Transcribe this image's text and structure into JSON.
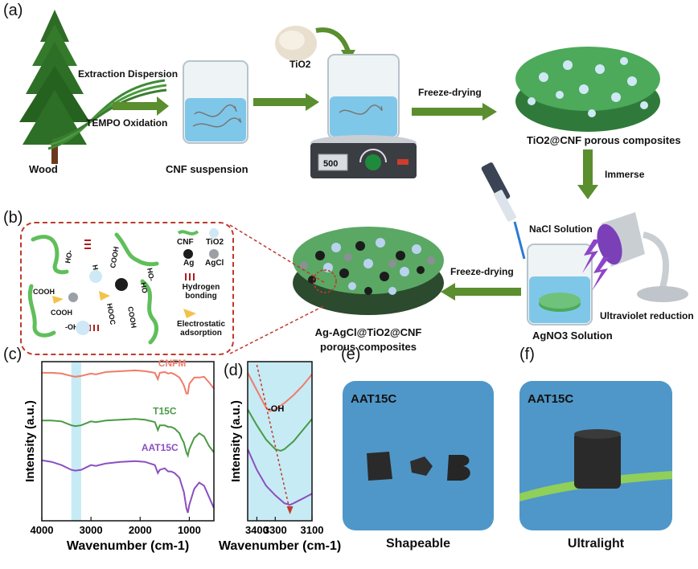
{
  "panel_labels": {
    "a": "(a)",
    "b": "(b)",
    "c": "(c)",
    "d": "(d)",
    "e": "(e)",
    "f": "(f)"
  },
  "panel_a": {
    "wood": "Wood",
    "extraction": "Extraction Dispersion",
    "tempo": "TEMPO Oxidation",
    "cnf_suspension": "CNF suspension",
    "tio2": "TiO2",
    "stirrer_display": "500",
    "freeze_drying": "Freeze-drying",
    "tio2_cnf": "TiO2@CNF porous composites",
    "immerse": "Immerse"
  },
  "panel_b": {
    "nacl": "NaCl Solution",
    "agno3": "AgNO3 Solution",
    "uv": "Ultraviolet reduction",
    "freeze_drying": "Freeze-drying",
    "product_line1": "Ag-AgCl@TiO2@CNF",
    "product_line2": "porous composites",
    "legend": {
      "cnf": "CNF",
      "tio2": "TiO2",
      "ag": "Ag",
      "agcl": "AgCl",
      "hbond": "Hydrogen bonding",
      "electro": "Electrostatic adsorption"
    },
    "groups": [
      "HO-",
      "HO-",
      "COOH",
      "HO-",
      "COOH",
      "COOH",
      "HO",
      "HOOC",
      "-OH",
      "COOH"
    ]
  },
  "chart_data": [
    {
      "type": "line",
      "panel": "c",
      "xlabel": "Wavenumber (cm-1)",
      "ylabel": "Intensity (a.u.)",
      "xlim": [
        4000,
        500
      ],
      "xticks": [
        4000,
        3000,
        2000,
        1000
      ],
      "highlight_band": [
        3400,
        3200
      ],
      "series": [
        {
          "name": "CNFM",
          "color": "#f07b6a",
          "x": [
            4000,
            3800,
            3600,
            3400,
            3320,
            3200,
            3000,
            2900,
            2700,
            2400,
            2100,
            1900,
            1700,
            1640,
            1600,
            1500,
            1430,
            1370,
            1300,
            1200,
            1160,
            1110,
            1060,
            1030,
            1000,
            900,
            800,
            700,
            600,
            500
          ],
          "y": [
            0.93,
            0.93,
            0.925,
            0.91,
            0.905,
            0.91,
            0.925,
            0.92,
            0.935,
            0.94,
            0.945,
            0.94,
            0.93,
            0.89,
            0.93,
            0.935,
            0.925,
            0.93,
            0.92,
            0.9,
            0.88,
            0.85,
            0.8,
            0.8,
            0.86,
            0.9,
            0.9,
            0.905,
            0.87,
            0.83
          ]
        },
        {
          "name": "T15C",
          "color": "#4a9a44",
          "x": [
            4000,
            3800,
            3600,
            3400,
            3320,
            3200,
            3000,
            2900,
            2700,
            2400,
            2100,
            1900,
            1700,
            1640,
            1600,
            1500,
            1430,
            1370,
            1300,
            1200,
            1160,
            1110,
            1060,
            1030,
            1000,
            900,
            800,
            700,
            600,
            500
          ],
          "y": [
            0.63,
            0.63,
            0.625,
            0.6,
            0.595,
            0.6,
            0.625,
            0.62,
            0.63,
            0.635,
            0.64,
            0.635,
            0.62,
            0.57,
            0.6,
            0.6,
            0.59,
            0.59,
            0.58,
            0.55,
            0.52,
            0.49,
            0.43,
            0.41,
            0.45,
            0.52,
            0.55,
            0.53,
            0.47,
            0.43
          ]
        },
        {
          "name": "AAT15C",
          "color": "#8b4fc0",
          "x": [
            4000,
            3800,
            3600,
            3400,
            3320,
            3200,
            3000,
            2900,
            2700,
            2400,
            2100,
            1900,
            1700,
            1640,
            1600,
            1500,
            1430,
            1370,
            1300,
            1200,
            1160,
            1110,
            1060,
            1030,
            1000,
            900,
            800,
            700,
            600,
            500
          ],
          "y": [
            0.38,
            0.37,
            0.35,
            0.32,
            0.315,
            0.32,
            0.35,
            0.345,
            0.36,
            0.37,
            0.375,
            0.37,
            0.35,
            0.3,
            0.32,
            0.33,
            0.31,
            0.31,
            0.3,
            0.27,
            0.23,
            0.18,
            0.08,
            0.05,
            0.1,
            0.2,
            0.24,
            0.22,
            0.15,
            0.08
          ]
        }
      ]
    },
    {
      "type": "line",
      "panel": "d",
      "xlabel": "Wavenumber (cm-1)",
      "ylabel": "Intensity (a.u.)",
      "xlim": [
        3450,
        3100
      ],
      "xticks": [
        3400,
        3300,
        3100
      ],
      "annotation": "-OH",
      "series": [
        {
          "name": "CNFM",
          "color": "#f07b6a",
          "x": [
            3450,
            3400,
            3350,
            3330,
            3300,
            3250,
            3200,
            3150,
            3100
          ],
          "y": [
            0.93,
            0.82,
            0.71,
            0.69,
            0.7,
            0.74,
            0.79,
            0.85,
            0.92
          ]
        },
        {
          "name": "T15C",
          "color": "#4a9a44",
          "x": [
            3450,
            3400,
            3350,
            3300,
            3270,
            3250,
            3200,
            3150,
            3100
          ],
          "y": [
            0.7,
            0.6,
            0.51,
            0.45,
            0.44,
            0.45,
            0.5,
            0.57,
            0.64
          ]
        },
        {
          "name": "AAT15C",
          "color": "#8b4fc0",
          "x": [
            3450,
            3400,
            3350,
            3300,
            3250,
            3220,
            3200,
            3150,
            3100
          ],
          "y": [
            0.45,
            0.32,
            0.22,
            0.16,
            0.11,
            0.1,
            0.11,
            0.14,
            0.17
          ]
        }
      ]
    }
  ],
  "panel_c_labels": {
    "cnfm": "CNFM",
    "t15c": "T15C",
    "aat15c": "AAT15C"
  },
  "panel_e": {
    "sample": "AAT15C",
    "caption": "Shapeable"
  },
  "panel_f": {
    "sample": "AAT15C",
    "caption": "Ultralight"
  },
  "colors": {
    "arrow_green": "#5a8e2e",
    "photo_blue": "#4f97c8",
    "dashed_red": "#c0392b"
  }
}
